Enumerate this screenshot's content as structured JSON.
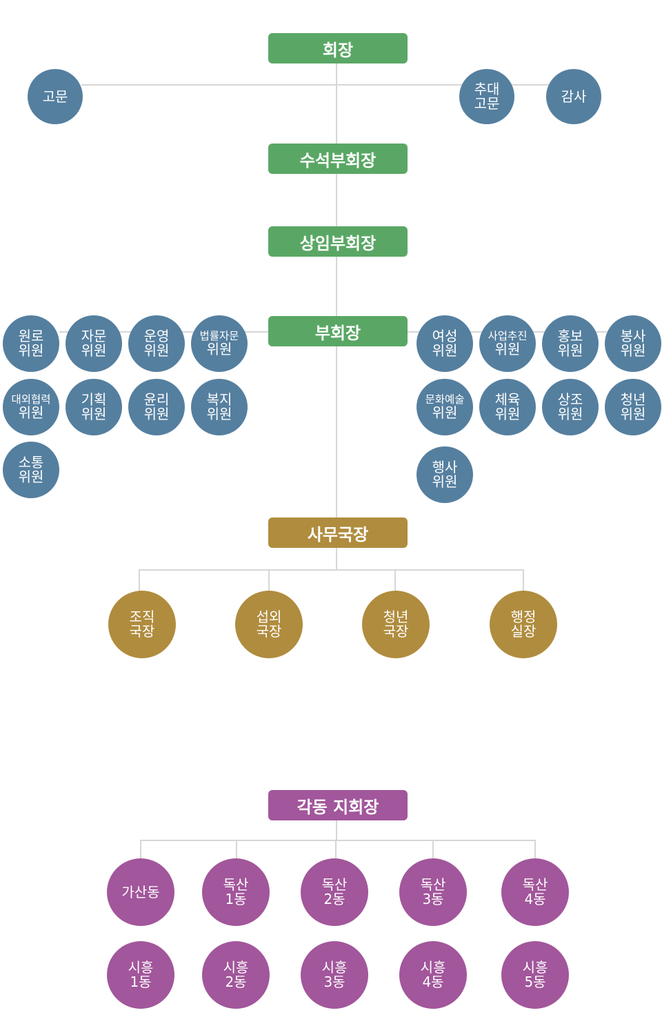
{
  "colors": {
    "green": "#5aa765",
    "blue": "#557f9f",
    "gold": "#b08c3e",
    "purple": "#a2569b",
    "line": "#d6d6d6"
  },
  "boxes": [
    {
      "id": "president",
      "label": "회장",
      "color": "green"
    },
    {
      "id": "senior-vp",
      "label": "수석부회장",
      "color": "green"
    },
    {
      "id": "standing-vp",
      "label": "상임부회장",
      "color": "green"
    },
    {
      "id": "vp",
      "label": "부회장",
      "color": "green"
    },
    {
      "id": "secretary-general",
      "label": "사무국장",
      "color": "gold"
    },
    {
      "id": "branch-heads",
      "label": "각동 지회장",
      "color": "purple"
    }
  ],
  "advisors": {
    "left": [
      "고문"
    ],
    "right": [
      [
        "추대",
        "고문"
      ],
      [
        "감사"
      ]
    ]
  },
  "committees": {
    "left": [
      [
        "원로",
        "위원"
      ],
      [
        "자문",
        "위원"
      ],
      [
        "운영",
        "위원"
      ],
      [
        "법률자문",
        "위원"
      ],
      [
        "대외협력",
        "위원"
      ],
      [
        "기획",
        "위원"
      ],
      [
        "윤리",
        "위원"
      ],
      [
        "복지",
        "위원"
      ],
      [
        "소통",
        "위원"
      ]
    ],
    "right": [
      [
        "여성",
        "위원"
      ],
      [
        "사업추진",
        "위원"
      ],
      [
        "홍보",
        "위원"
      ],
      [
        "봉사",
        "위원"
      ],
      [
        "문화예술",
        "위원"
      ],
      [
        "체육",
        "위원"
      ],
      [
        "상조",
        "위원"
      ],
      [
        "청년",
        "위원"
      ],
      [
        "행사",
        "위원"
      ]
    ]
  },
  "bureaus": [
    [
      "조직",
      "국장"
    ],
    [
      "섭외",
      "국장"
    ],
    [
      "청년",
      "국장"
    ],
    [
      "행정",
      "실장"
    ]
  ],
  "branches": [
    [
      "가산동"
    ],
    [
      "독산",
      "1동"
    ],
    [
      "독산",
      "2동"
    ],
    [
      "독산",
      "3동"
    ],
    [
      "독산",
      "4동"
    ],
    [
      "시흥",
      "1동"
    ],
    [
      "시흥",
      "2동"
    ],
    [
      "시흥",
      "3동"
    ],
    [
      "시흥",
      "4동"
    ],
    [
      "시흥",
      "5동"
    ]
  ]
}
